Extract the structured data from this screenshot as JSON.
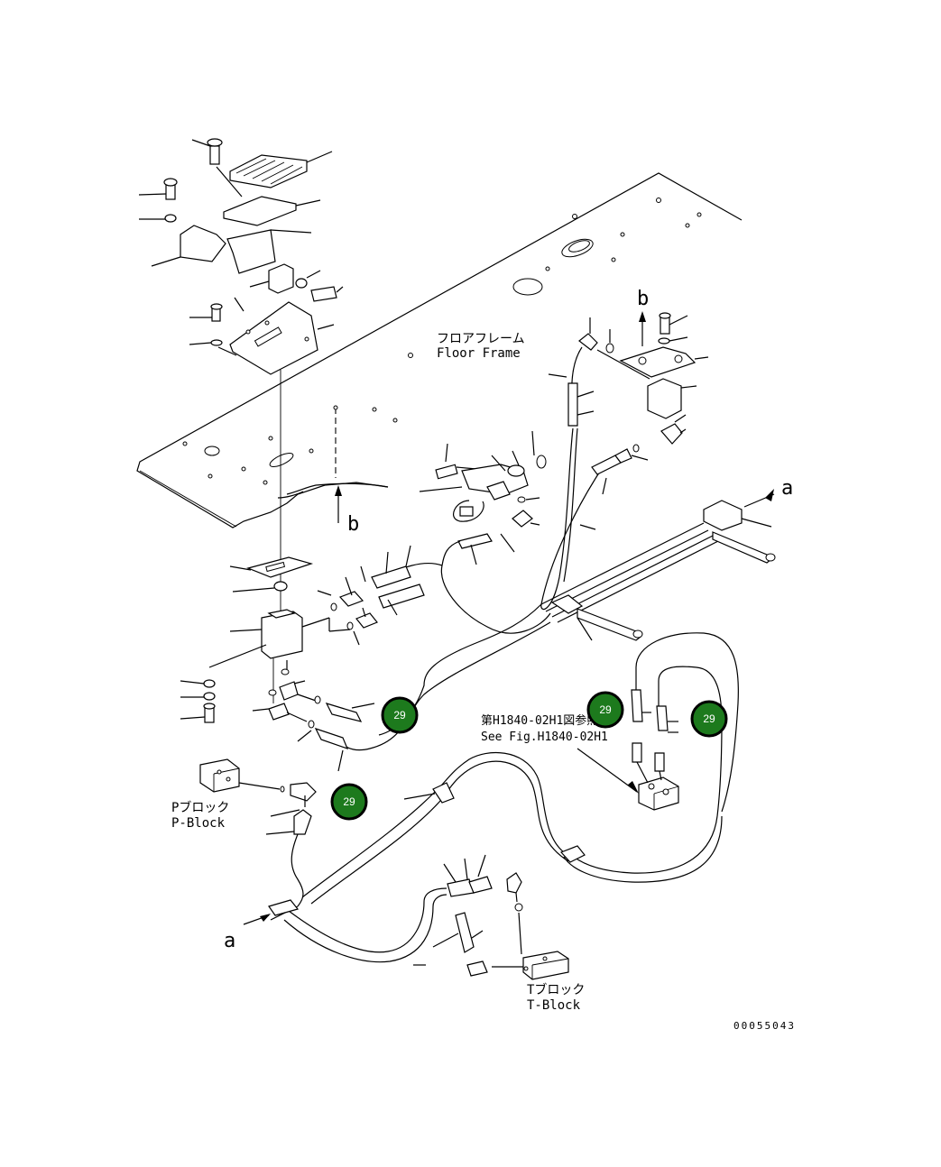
{
  "labels": {
    "floor_frame_jp": "フロアフレーム",
    "floor_frame_en": "Floor Frame",
    "p_block_jp": "Pブロック",
    "p_block_en": "P-Block",
    "t_block_jp": "Tブロック",
    "t_block_en": "T-Block",
    "see_fig_jp": "第H1840-02H1図参照",
    "see_fig_en": "See Fig.H1840-02H1",
    "arrow_a_top": "a",
    "arrow_a_bottom": "a",
    "arrow_b_top": "b",
    "arrow_b_bottom": "b",
    "drawing_number": "00055043"
  },
  "callouts": [
    {
      "label": "29"
    },
    {
      "label": "29"
    },
    {
      "label": "29"
    },
    {
      "label": "29"
    }
  ],
  "colors": {
    "callout_fill": "#1d7a1d",
    "callout_border": "#000000",
    "line": "#000000",
    "background": "#ffffff"
  }
}
